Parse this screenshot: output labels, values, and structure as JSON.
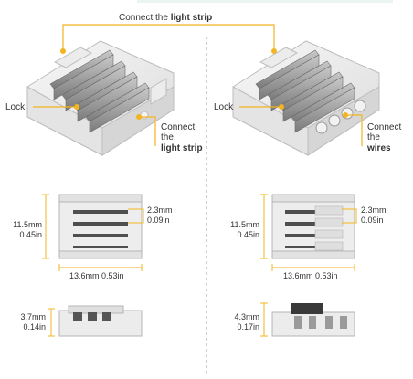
{
  "colors": {
    "accent": "#f2b51f",
    "text": "#333333",
    "divider": "#cfcfcf"
  },
  "top_label": {
    "prefix": "Connect the ",
    "bold": "light strip"
  },
  "left_connector": {
    "lock_label": "Lock",
    "side_label": {
      "line1": "Connect",
      "line2": "the",
      "bold": "light strip"
    },
    "top_dims": {
      "height_mm": "11.5mm",
      "height_in": "0.45in",
      "pitch_mm": "2.3mm",
      "pitch_in": "0.09in",
      "width": "13.6mm 0.53in"
    },
    "side_dims": {
      "thick_mm": "3.7mm",
      "thick_in": "0.14in"
    }
  },
  "right_connector": {
    "lock_label": "Lock",
    "side_label": {
      "line1": "Connect",
      "line2": "the",
      "bold": "wires"
    },
    "top_dims": {
      "height_mm": "11.5mm",
      "height_in": "0.45in",
      "pitch_mm": "2.3mm",
      "pitch_in": "0.09in",
      "width": "13.6mm 0.53in"
    },
    "side_dims": {
      "thick_mm": "4.3mm",
      "thick_in": "0.17in"
    }
  }
}
